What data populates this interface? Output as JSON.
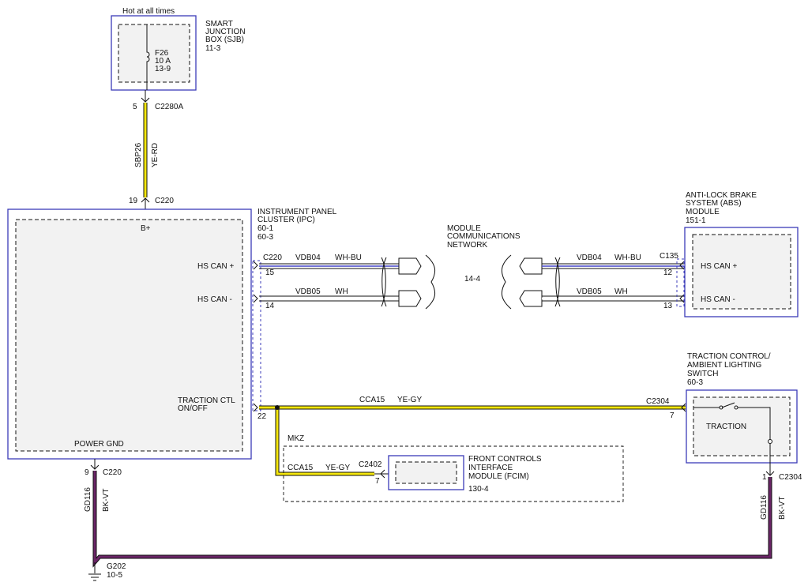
{
  "sjb": {
    "hot_label": "Hot at all times",
    "title": [
      "SMART",
      "JUNCTION",
      "BOX (SJB)",
      "11-3"
    ],
    "fuse": [
      "F26",
      "10 A",
      "13-9"
    ],
    "pin": "5",
    "connector": "C2280A"
  },
  "wire_sbp26": {
    "circuit": "SBP26",
    "color": "YE-RD",
    "color_hex": "#f4e60c"
  },
  "ipc": {
    "title": [
      "INSTRUMENT PANEL",
      "CLUSTER (IPC)",
      "60-1",
      "60-3"
    ],
    "power_pin": "19",
    "power_connector": "C220",
    "bplus_label": "B+",
    "hs_can_plus": "HS CAN +",
    "hs_can_minus": "HS CAN -",
    "traction_label": [
      "TRACTION CTL",
      "ON/OFF"
    ],
    "power_gnd": "POWER GND",
    "gnd_pin": "9",
    "gnd_connector": "C220"
  },
  "ipc_can": {
    "connector": "C220",
    "pin_plus": "15",
    "pin_minus": "14",
    "circuit_plus": "VDB04",
    "color_plus": "WH-BU",
    "circuit_minus": "VDB05",
    "color_minus": "WH",
    "traction_pin": "22"
  },
  "mcn": {
    "title": [
      "MODULE",
      "COMMUNICATIONS",
      "NETWORK"
    ],
    "ref": "14-4"
  },
  "abs": {
    "title": [
      "ANTI-LOCK BRAKE",
      "SYSTEM (ABS)",
      "MODULE",
      "151-1"
    ],
    "connector": "C135",
    "pin_plus": "12",
    "pin_minus": "13",
    "circuit_plus": "VDB04",
    "color_plus": "WH-BU",
    "circuit_minus": "VDB05",
    "color_minus": "WH",
    "hs_can_plus": "HS CAN +",
    "hs_can_minus": "HS CAN -"
  },
  "traction_wire": {
    "circuit": "CCA15",
    "color": "YE-GY",
    "color_hex": "#f4e60c"
  },
  "tcs": {
    "title": [
      "TRACTION CONTROL/",
      "AMBIENT LIGHTING",
      "SWITCH",
      "60-3"
    ],
    "connector": "C2304",
    "pin": "7",
    "switch_label": "TRACTION",
    "gnd_pin": "1",
    "gnd_connector": "C2304"
  },
  "mkz": {
    "label": "MKZ",
    "circuit": "CCA15",
    "color": "YE-GY",
    "connector": "C2402",
    "pin": "7",
    "fcim_title": [
      "FRONT CONTROLS",
      "INTERFACE",
      "MODULE (FCIM)",
      "130-4"
    ]
  },
  "ground": {
    "circuit": "GD116",
    "color": "BK-VT",
    "color_hex": "#6a2466",
    "point": "G202",
    "ref": "10-5"
  }
}
